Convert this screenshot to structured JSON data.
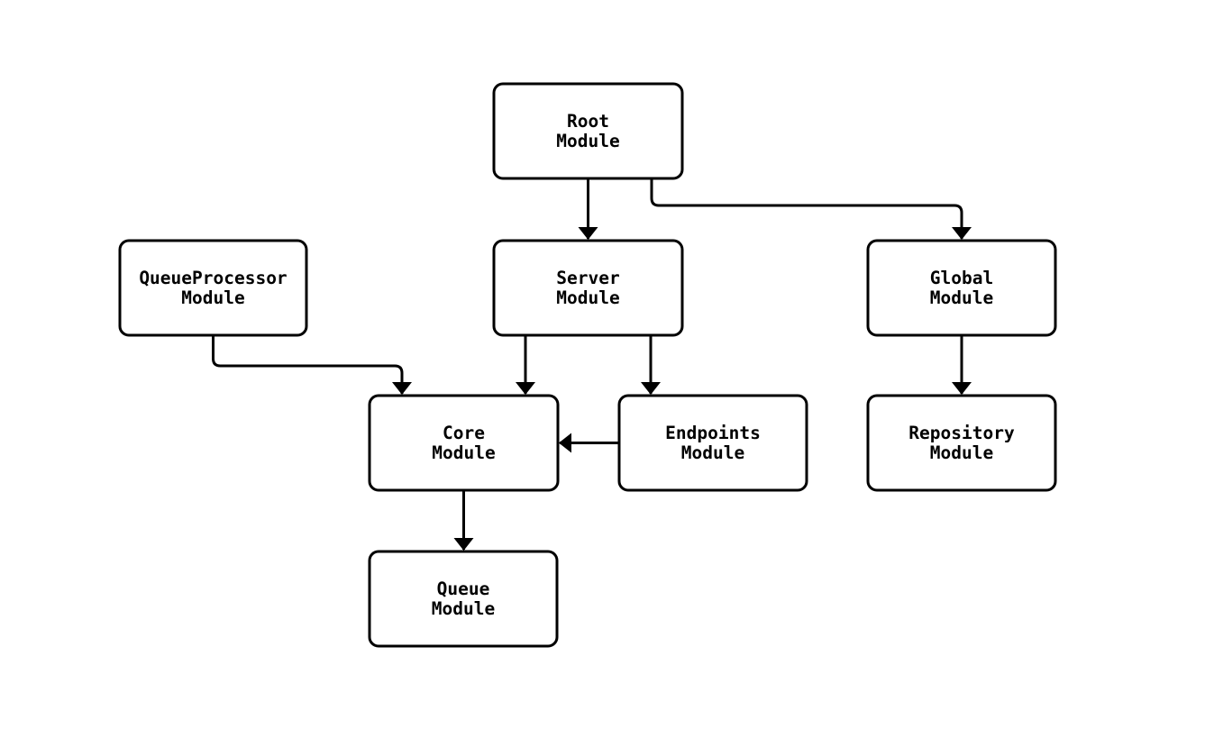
{
  "diagram": {
    "type": "module-dependency-flowchart",
    "background_color": "#ffffff",
    "node_fill_color": "#ffffff",
    "node_border_color": "#000000",
    "text_color": "#000000",
    "edge_color": "#000000",
    "nodes": [
      {
        "id": "root",
        "line1": "Root",
        "line2": "Module"
      },
      {
        "id": "queueprocessor",
        "line1": "QueueProcessor",
        "line2": "Module"
      },
      {
        "id": "server",
        "line1": "Server",
        "line2": "Module"
      },
      {
        "id": "global",
        "line1": "Global",
        "line2": "Module"
      },
      {
        "id": "core",
        "line1": "Core",
        "line2": "Module"
      },
      {
        "id": "endpoints",
        "line1": "Endpoints",
        "line2": "Module"
      },
      {
        "id": "repository",
        "line1": "Repository",
        "line2": "Module"
      },
      {
        "id": "queue",
        "line1": "Queue",
        "line2": "Module"
      }
    ],
    "edges": [
      {
        "from": "Root Module",
        "to": "Server Module"
      },
      {
        "from": "Root Module",
        "to": "Global Module"
      },
      {
        "from": "QueueProcessor Module",
        "to": "Core Module"
      },
      {
        "from": "Server Module",
        "to": "Core Module"
      },
      {
        "from": "Server Module",
        "to": "Endpoints Module"
      },
      {
        "from": "Endpoints Module",
        "to": "Core Module"
      },
      {
        "from": "Global Module",
        "to": "Repository Module"
      },
      {
        "from": "Core Module",
        "to": "Queue Module"
      }
    ]
  }
}
